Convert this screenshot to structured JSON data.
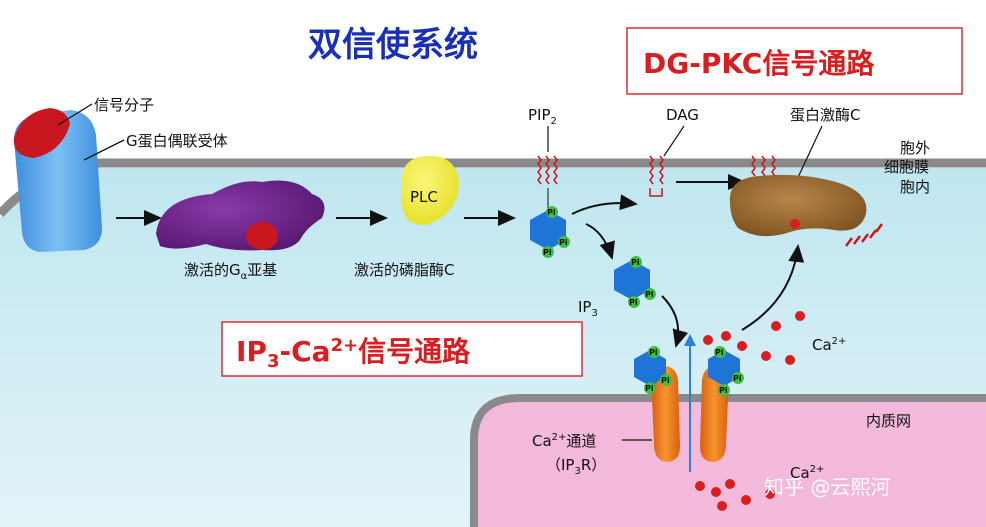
{
  "title": "双信使系统",
  "pathway_dg": "DG-PKC信号通路",
  "pathway_ip3": {
    "prefix": "IP",
    "sub": "3",
    "mid": "-Ca",
    "sup": "2+",
    "suffix": "信号通路"
  },
  "labels": {
    "signal_molecule": "信号分子",
    "g_receptor": "G蛋白偶联受体",
    "pip2": {
      "main": "PIP",
      "sub": "2"
    },
    "dag": "DAG",
    "pkc": "蛋白激酶C",
    "outside": "胞外",
    "membrane": "细胞膜",
    "inside": "胞内",
    "g_alpha": {
      "prefix": "激活的G",
      "sub": "α",
      "suffix": "亚基"
    },
    "plc_active": "激活的磷脂酶C",
    "plc": "PLC",
    "ip3": {
      "main": "IP",
      "sub": "3"
    },
    "ca_cyto": {
      "main": "Ca",
      "sup": "2+"
    },
    "er": "内质网",
    "channel": {
      "line1_main": "Ca",
      "line1_sup": "2+",
      "line1_rest": "通道",
      "line2_a": "（IP",
      "line2_sub": "3",
      "line2_b": "R）"
    },
    "ca_er": {
      "main": "Ca",
      "sup": "2+"
    },
    "pi": "Pi"
  },
  "watermark": "知乎 @云熙河",
  "colors": {
    "title_blue": "#1a2fb8",
    "pathway_red": "#d81e1e",
    "cytoplasm": "#cdebf2",
    "membrane": "#8a8a8a",
    "er": "#f0b7d8",
    "receptor": "#5aa5e8",
    "g_protein": "#6a1d8a",
    "plc": "#f5f032",
    "pkc": "#9a6a2e",
    "ip3_blue": "#1f74d8",
    "channel": "#f07a1e"
  }
}
